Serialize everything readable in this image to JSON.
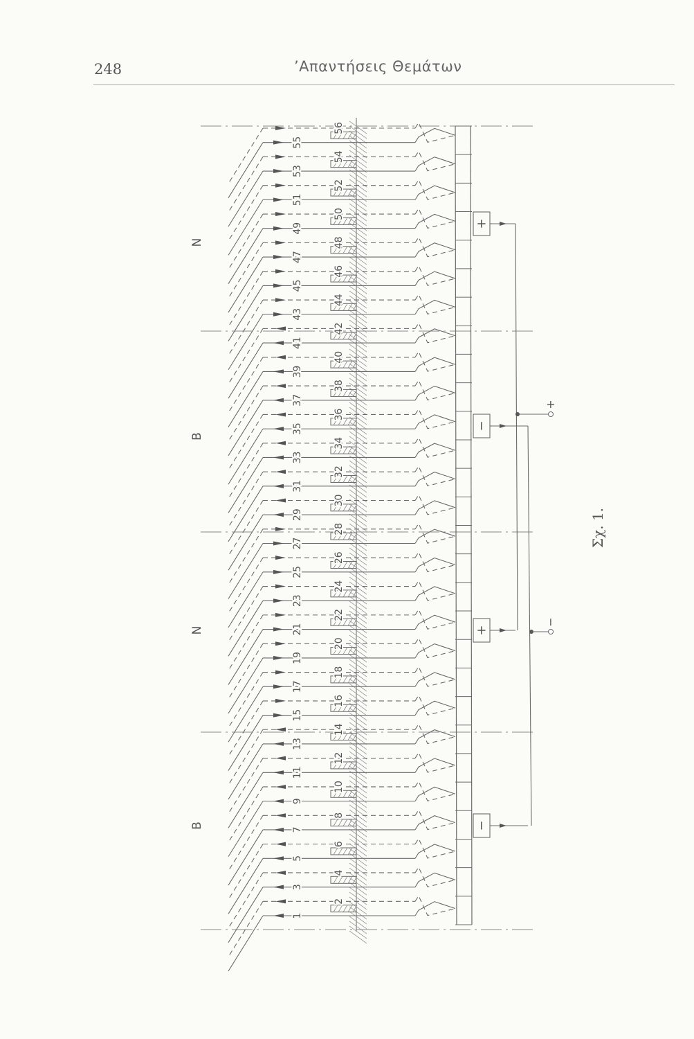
{
  "header": {
    "page_number": "248",
    "running_title": "’Απαντήσεις Θεμάτων"
  },
  "figure": {
    "caption": "Σχ. 1.",
    "slot_numbers": [
      1,
      2,
      3,
      4,
      5,
      6,
      7,
      8,
      9,
      10,
      11,
      12,
      13,
      14,
      15,
      16,
      17,
      18,
      19,
      20,
      21,
      22,
      23,
      24,
      25,
      26,
      27,
      28,
      29,
      30,
      31,
      32,
      33,
      34,
      35,
      36,
      37,
      38,
      39,
      40,
      41,
      42,
      43,
      44,
      45,
      46,
      47,
      48,
      49,
      50,
      51,
      52,
      53,
      54,
      55,
      56
    ],
    "poles": [
      "B",
      "N",
      "B",
      "N"
    ],
    "brushes": [
      "−",
      "+",
      "−",
      "+"
    ],
    "terminals": {
      "positive": "+",
      "negative": "−"
    },
    "commutator_segments": 28
  }
}
